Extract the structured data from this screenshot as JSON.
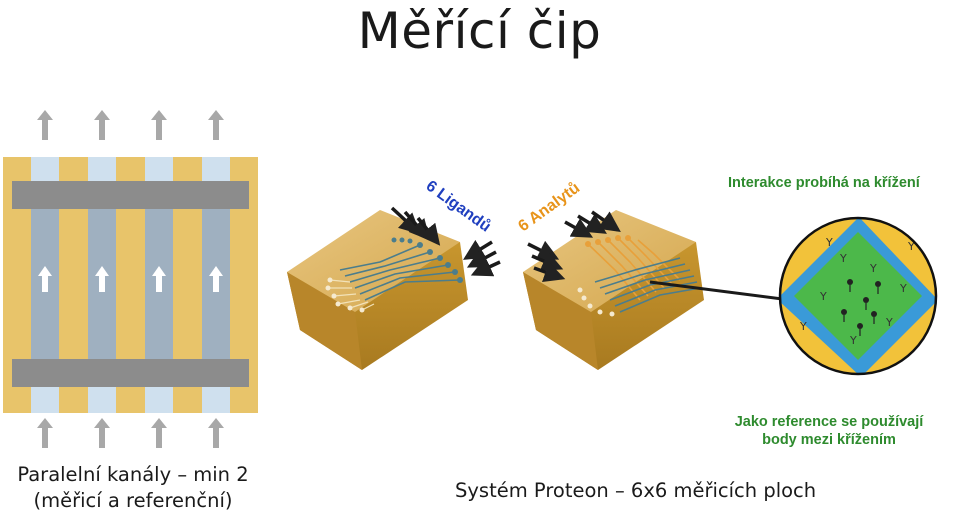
{
  "title": "Měřící čip",
  "left_caption": {
    "line1": "Paralelní kanály – min 2",
    "line2": "(měřicí a referenční)"
  },
  "center_caption": "Systém Proteon – 6x6 měřicích ploch",
  "labels": {
    "ligands": "6 Ligandů",
    "analytes": "6 Analytů",
    "interaction": "Interakce probíhá na křížení",
    "reference_line1": "Jako reference se používají",
    "reference_line2": "body mezi křížením"
  },
  "colors": {
    "ligand_label": "#1f3fbf",
    "analyte_label": "#e8941a",
    "green_text": "#2e8b2e",
    "chip_gold": "#d9b060",
    "channel_blue": "#9fb3c8"
  }
}
